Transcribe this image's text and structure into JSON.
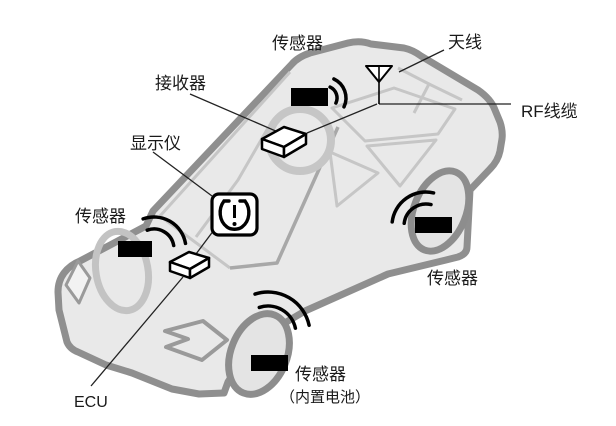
{
  "diagram": {
    "labels": {
      "sensor_top": "传感器",
      "antenna": "天线",
      "receiver": "接收器",
      "rf_cable": "RF线缆",
      "display": "显示仪",
      "sensor_left": "传感器",
      "sensor_right": "传感器",
      "ecu": "ECU",
      "sensor_bottom": "传感器",
      "sensor_bottom_note": "（内置电池）"
    },
    "icons": {
      "antenna": "antenna-icon",
      "display": "tpms-display-icon",
      "receiver": "receiver-box-icon",
      "ecu": "ecu-box-icon",
      "sensor": "sensor-module-icon",
      "waves": "radio-waves-icon"
    },
    "colors": {
      "background": "#ffffff",
      "car_fill": "#e9e9e9",
      "car_outline": "#8f8f8f",
      "window_line": "#c6c6c6",
      "window_line_dark": "#a8a8a8",
      "wheel_light": "#c3c3c3",
      "wheel_dark": "#8d8d8d",
      "device": "#000000",
      "text": "#1a1a1a"
    }
  }
}
